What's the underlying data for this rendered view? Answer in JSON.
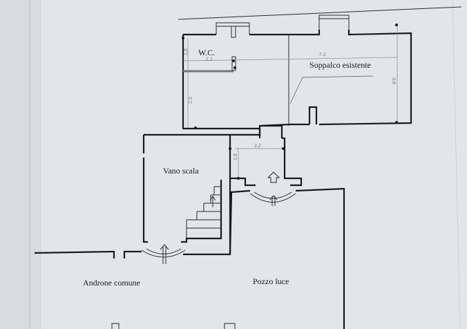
{
  "plan": {
    "rooms": {
      "wc": "W.C.",
      "soppalco": "Soppalco esistente",
      "vano_scala": "Vano scala",
      "androne": "Androne comune",
      "pozzo": "Pozzo luce"
    },
    "dimensions": {
      "wc_height": "1.8",
      "wc_width": "2.1",
      "soppalco_width": "7.2",
      "soppalco_depth": "3.8",
      "wc_lower": "2.3",
      "passage_width": "2.2",
      "passage_depth": "1.9"
    }
  }
}
